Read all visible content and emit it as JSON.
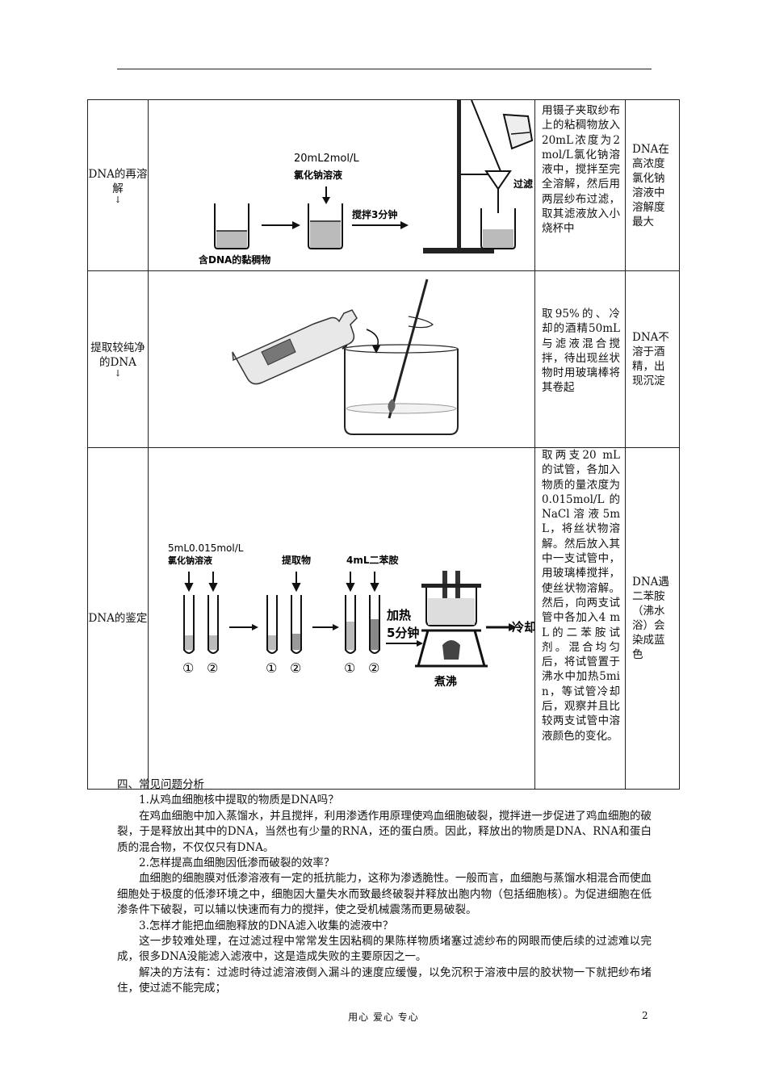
{
  "table": {
    "rows": [
      {
        "step": "DNA的再溶解",
        "arrow": "↓",
        "figure": {
          "label_solution_1": "20mL2mol/L",
          "label_solution_2": "氯化钠溶液",
          "label_stir": "搅拌3分钟",
          "label_filter": "过滤",
          "label_mixture": "含DNA的黏稠物"
        },
        "operation": "用镊子夹取纱布上的粘稠物放入20mL浓度为2mol/L氯化钠溶液中，搅拌至完全溶解，然后用两层纱布过滤，取其滤液放入小烧杯中",
        "reason": "DNA在高浓度氯化钠溶液中溶解度最大"
      },
      {
        "step": "提取较纯净的DNA",
        "arrow": "↓",
        "figure": {},
        "operation": "取95%的、冷却的酒精50mL与滤液混合搅拌，待出现丝状物时用玻璃棒将其卷起",
        "reason": "DNA不溶于酒精，出现沉淀"
      },
      {
        "step": "DNA的鉴定",
        "figure": {
          "label_nacl_1": "5mL0.015mol/L",
          "label_nacl_2": "氯化钠溶液",
          "label_extract": "提取物",
          "label_dpa": "4mL二苯胺",
          "label_heat_1": "加热",
          "label_heat_2": "5分钟",
          "label_cool": "冷却",
          "label_boil": "煮沸",
          "tube_1": "①",
          "tube_2": "②"
        },
        "operation": "取两支20 mL的试管，各加入物质的量浓度为0.015mol/L的NaCl溶液5mL，将丝状物溶解。然后放入其中一支试管中，用玻璃棒搅拌，使丝状物溶解。然后，向两支试管中各加入4 mL的二苯胺试剂。混合均匀后，将试管置于沸水中加热5min，等试管冷却后，观察并且比较两支试管中溶液颜色的变化。",
        "reason": "DNA遇二苯胺（沸水浴）会染成蓝色"
      }
    ]
  },
  "section": {
    "title": "四、常见问题分析",
    "q1": "1.从鸡血细胞核中提取的物质是DNA吗？",
    "a1": "在鸡血细胞中加入蒸馏水，并且搅拌，利用渗透作用原理使鸡血细胞破裂，搅拌进一步促进了鸡血细胞的破裂，于是释放出其中的DNA，当然也有少量的RNA，还的蛋白质。因此，释放出的物质是DNA、RNA和蛋白质的混合物，不仅仅只有DNA。",
    "q2": "2.怎样提高血细胞因低渗而破裂的效率？",
    "a2": "血细胞的细胞膜对低渗溶液有一定的抵抗能力，这称为渗透脆性。一般而言，血细胞与蒸馏水相混合而使血细胞处于极度的低渗环境之中，细胞因大量失水而致最终破裂并释放出胞内物（包括细胞核）。为促进细胞在低渗条件下破裂，可以辅以快速而有力的搅拌，使之受机械震荡而更易破裂。",
    "q3": "3.怎样才能把血细胞释放的DNA滤入收集的滤液中？",
    "a3": "这一步较难处理，在过滤过程中常常发生因粘稠的果陈样物质堵塞过滤纱布的网眼而使后续的过滤难以完成，很多DNA没能滤入滤液中，这是造成失败的主要原因之一。",
    "a3b": "解决的方法有：过滤时待过滤溶液倒入漏斗的速度应缓慢，以免沉积于溶液中层的胶状物一下就把纱布堵住，使过滤不能完成；"
  },
  "footer": {
    "motto": "用心 爱心 专心",
    "page": "2"
  }
}
